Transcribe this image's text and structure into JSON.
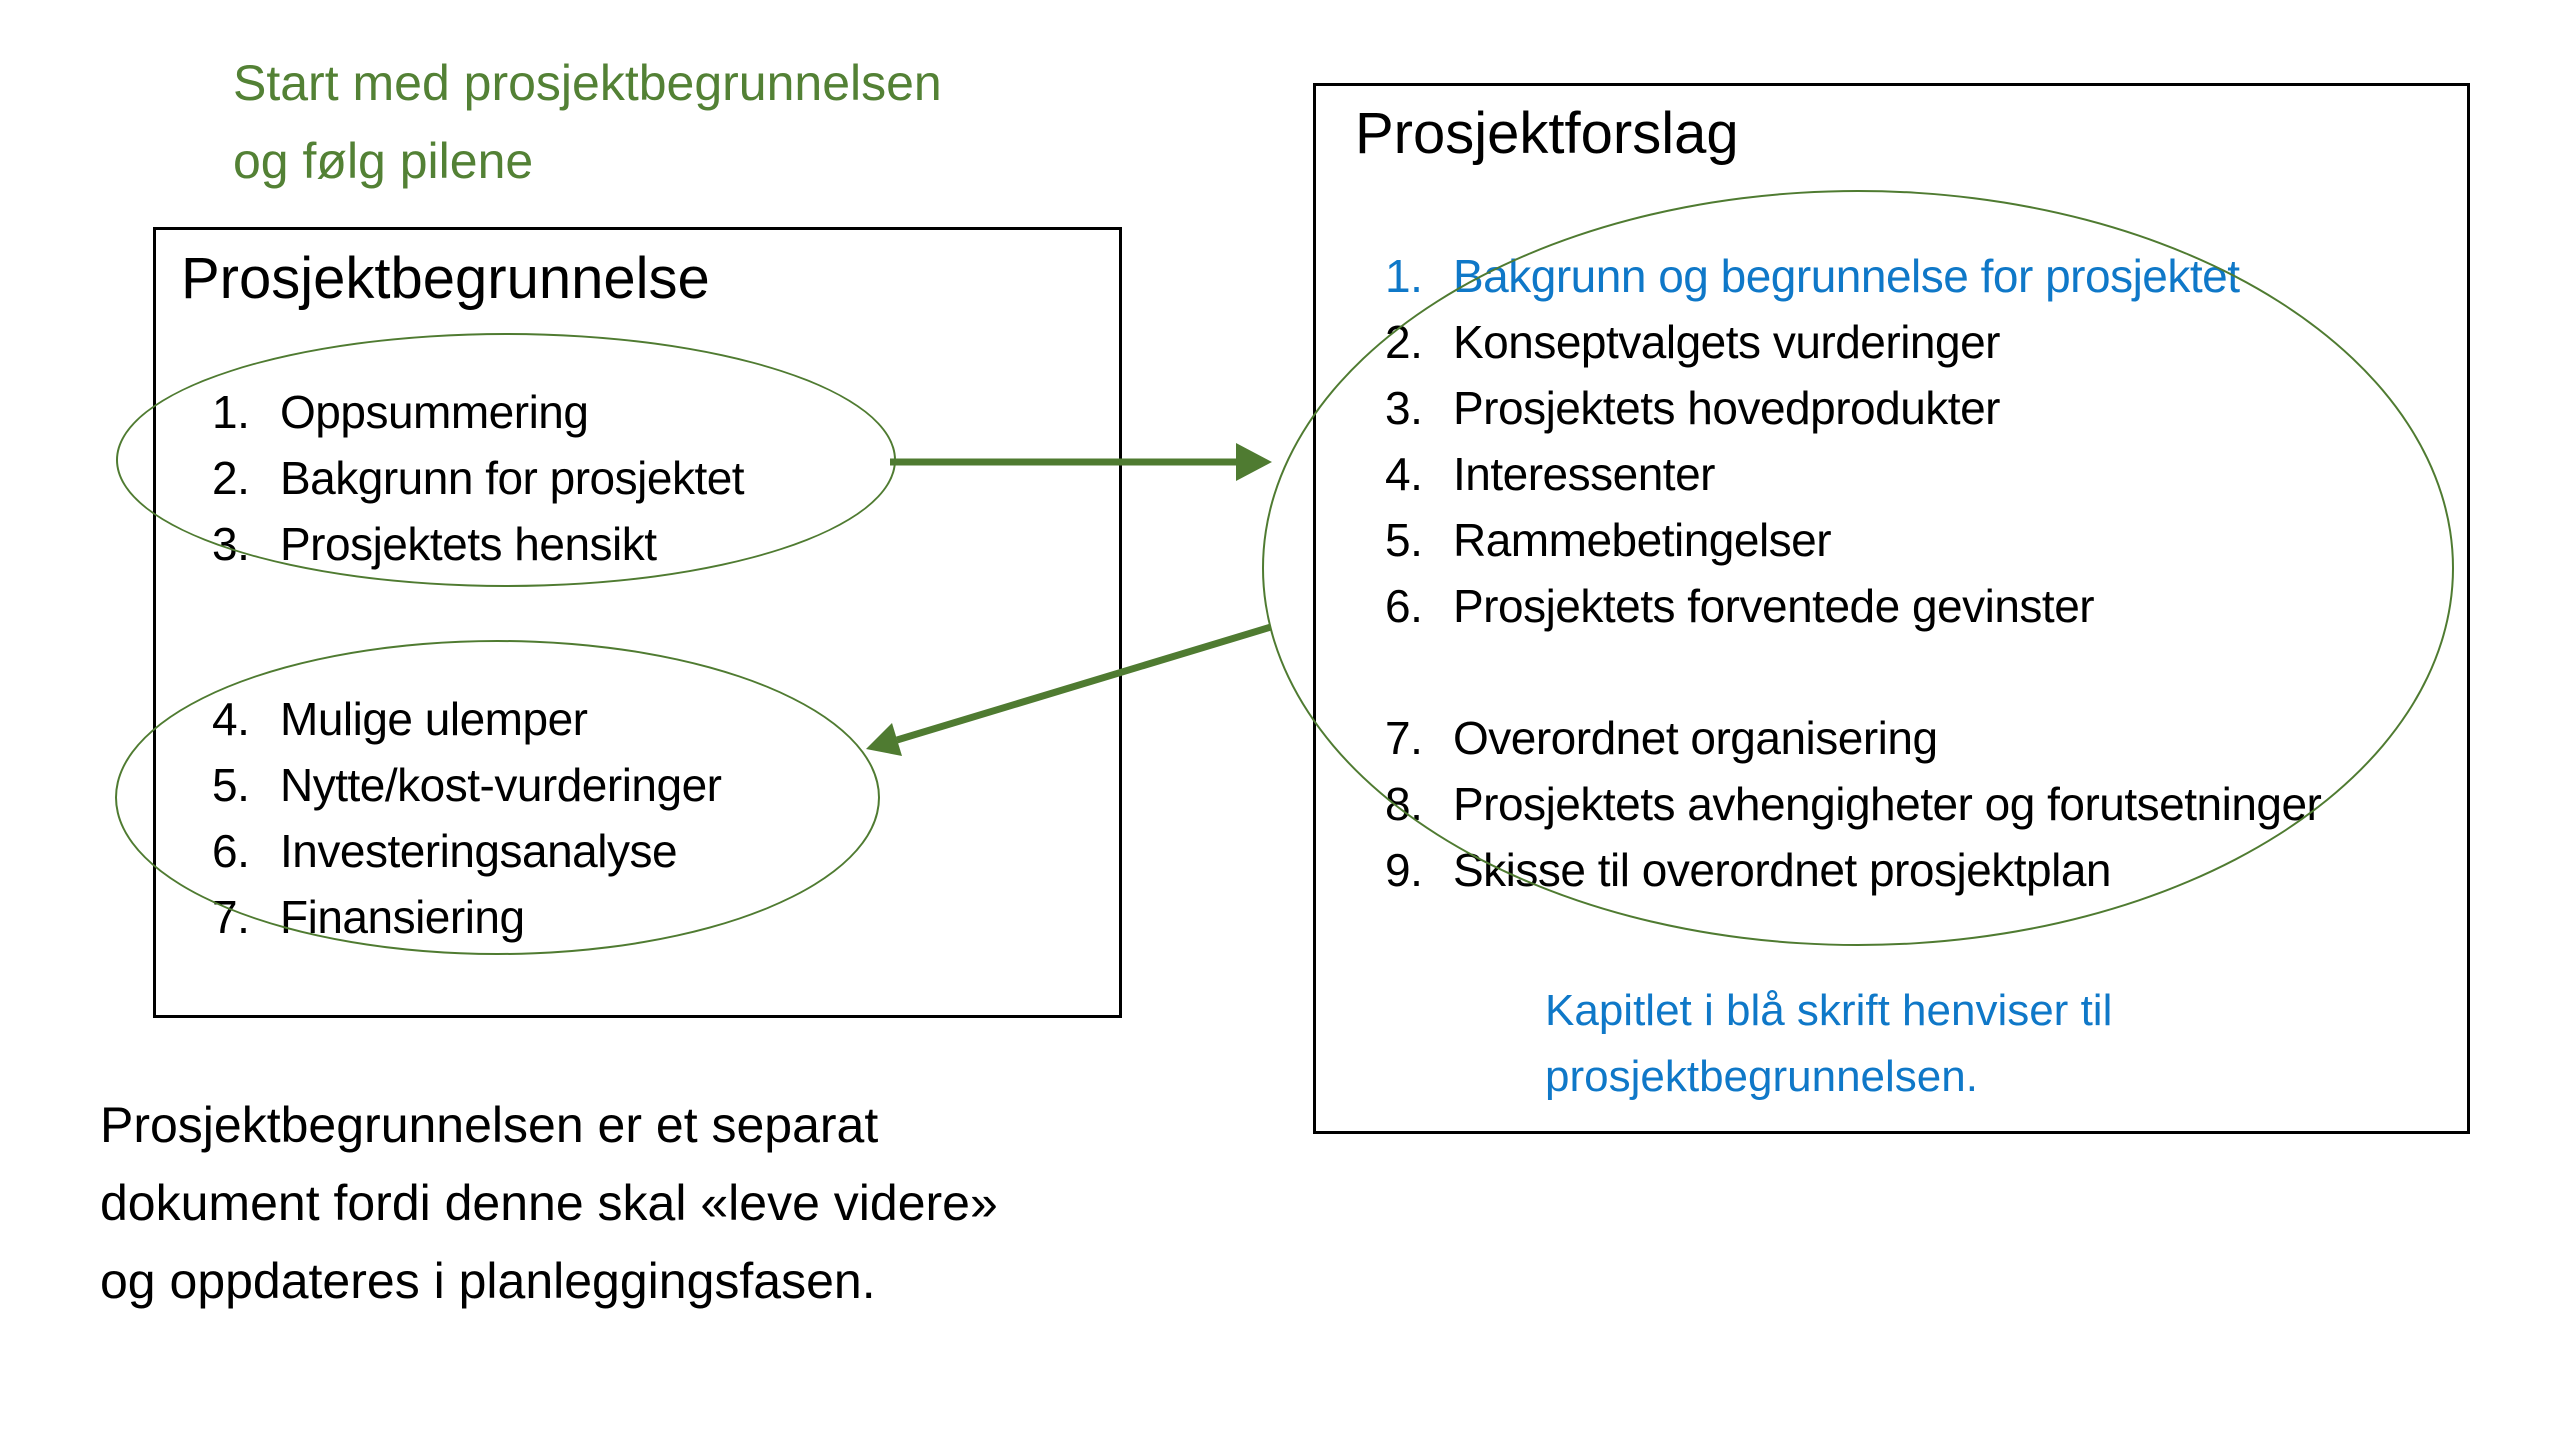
{
  "colors": {
    "green_text": "#538135",
    "green_shape": "#4F7B31",
    "blue": "#0F78C8",
    "text": "#000000"
  },
  "heading": {
    "lines": [
      "Start med prosjektbegrunnelsen",
      "og følg pilene"
    ]
  },
  "left_box": {
    "title": "Prosjektbegrunnelse",
    "group1": [
      {
        "number": "1.",
        "text": "Oppsummering"
      },
      {
        "number": "2.",
        "text": "Bakgrunn for prosjektet"
      },
      {
        "number": "3.",
        "text": "Prosjektets hensikt"
      }
    ],
    "group2": [
      {
        "number": "4.",
        "text": "Mulige ulemper"
      },
      {
        "number": "5.",
        "text": "Nytte/kost-vurderinger"
      },
      {
        "number": "6.",
        "text": "Investeringsanalyse"
      },
      {
        "number": "7.",
        "text": "Finansiering"
      }
    ]
  },
  "right_box": {
    "title": "Prosjektforslag",
    "group1": [
      {
        "number": "1.",
        "text": "Bakgrunn og begrunnelse for prosjektet"
      },
      {
        "number": "2.",
        "text": "Konseptvalgets vurderinger"
      },
      {
        "number": "3.",
        "text": "Prosjektets hovedprodukter"
      },
      {
        "number": "4.",
        "text": "Interessenter"
      },
      {
        "number": "5.",
        "text": "Rammebetingelser"
      },
      {
        "number": "6.",
        "text": "Prosjektets forventede gevinster"
      }
    ],
    "group2": [
      {
        "number": "7.",
        "text": "Overordnet organisering"
      },
      {
        "number": "8.",
        "text": "Prosjektets avhengigheter og forutsetninger"
      },
      {
        "number": "9.",
        "text": "Skisse til overordnet prosjektplan"
      }
    ],
    "note_lines": [
      "Kapitlet i blå skrift henviser til",
      "prosjektbegrunnelsen."
    ]
  },
  "footer": {
    "lines": [
      "Prosjektbegrunnelsen er et separat",
      "dokument fordi denne skal «leve videre»",
      "og oppdateres i planleggingsfasen."
    ]
  }
}
